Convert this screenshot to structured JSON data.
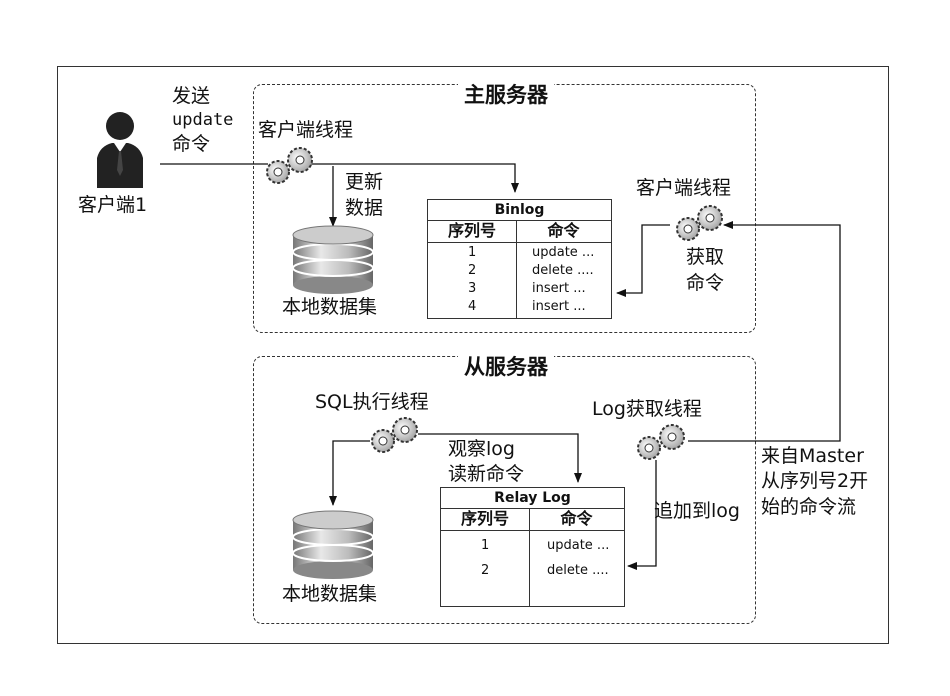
{
  "client": {
    "name": "客户端1",
    "send_line1": "发送",
    "send_line2": "update",
    "send_line3": "命令"
  },
  "master": {
    "title": "主服务器",
    "client_thread_left": "客户端线程",
    "update_line1": "更新",
    "update_line2": "数据",
    "db_label": "本地数据集",
    "client_thread_right": "客户端线程",
    "fetch_line1": "获取",
    "fetch_line2": "命令",
    "binlog": {
      "title": "Binlog",
      "col_seq": "序列号",
      "col_cmd": "命令",
      "rows": [
        {
          "seq": "1",
          "cmd": "update ..."
        },
        {
          "seq": "2",
          "cmd": "delete ...."
        },
        {
          "seq": "3",
          "cmd": "insert ..."
        },
        {
          "seq": "4",
          "cmd": "insert ..."
        }
      ]
    }
  },
  "slave": {
    "title": "从服务器",
    "sql_thread": "SQL执行线程",
    "log_thread": "Log获取线程",
    "observe_line1": "观察log",
    "observe_line2": "读新命令",
    "append_label": "追加到log",
    "db_label": "本地数据集",
    "relaylog": {
      "title": "Relay Log",
      "col_seq": "序列号",
      "col_cmd": "命令",
      "rows": [
        {
          "seq": "1",
          "cmd": "update ..."
        },
        {
          "seq": "2",
          "cmd": "delete ...."
        }
      ]
    }
  },
  "stream": {
    "line1": "来自Master",
    "line2": "从序列号2开",
    "line3": "始的命令流"
  }
}
